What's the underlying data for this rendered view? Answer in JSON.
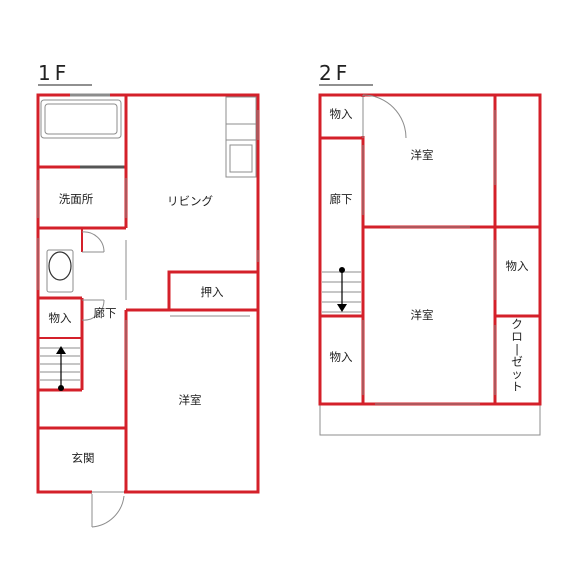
{
  "floors": [
    {
      "label": "1F",
      "rooms": {
        "washroom": "洗面所",
        "living": "リビング",
        "oshiire": "押入",
        "storage": "物入",
        "hallway": "廊下",
        "western": "洋室",
        "entrance": "玄関"
      }
    },
    {
      "label": "2F",
      "rooms": {
        "storage_top": "物入",
        "western_top": "洋室",
        "hallway": "廊下",
        "storage_right": "物入",
        "western_bottom": "洋室",
        "closet": "クローゼット",
        "storage_bottom": "物入"
      }
    }
  ],
  "colors": {
    "wall": "#d4202a",
    "fixture": "#8c8c8c",
    "divider": "#ee8c96"
  }
}
